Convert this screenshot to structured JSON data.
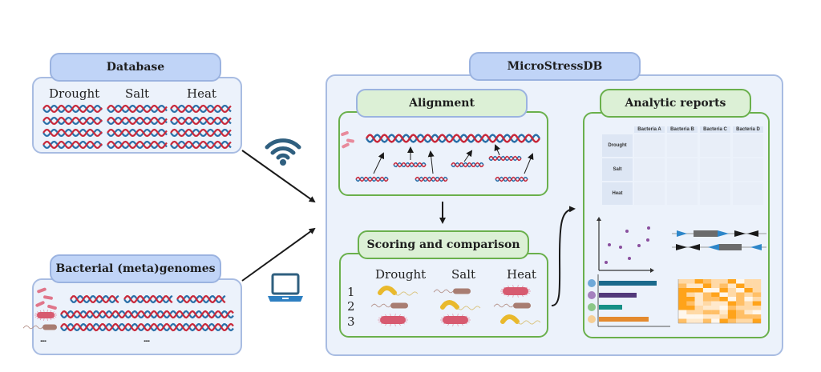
{
  "database": {
    "title": "Database",
    "columns": [
      "Drought",
      "Salt",
      "Heat"
    ]
  },
  "genomes": {
    "title": "Bacterial (meta)genomes",
    "ellipsis_left": "....",
    "ellipsis_mid": "...."
  },
  "connectors": {
    "top_icon": "wifi-icon",
    "bottom_icon": "laptop-icon"
  },
  "main": {
    "title": "MicroStressDB",
    "alignment": {
      "title": "Alignment"
    },
    "scoring": {
      "title": "Scoring and comparison",
      "columns": [
        "Drought",
        "Salt",
        "Heat"
      ],
      "ranks": [
        "1",
        "2",
        "3"
      ],
      "grid": [
        [
          "vibrio-yellow",
          "rod-brown-flagellum",
          "rod-red-pili"
        ],
        [
          "rod-brown-flagellum",
          "vibrio-yellow",
          "rod-brown-flagellum"
        ],
        [
          "rod-red-pili",
          "rod-red-pili",
          "vibrio-yellow"
        ]
      ]
    },
    "reports": {
      "title": "Analytic reports",
      "table": {
        "headers": [
          "Bacteria A",
          "Bacteria B",
          "Bacteria C",
          "Bacteria D"
        ],
        "rows": [
          "Drought",
          "Salt",
          "Heat"
        ]
      }
    }
  },
  "colors": {
    "dna_red": "#c8283a",
    "dna_blue": "#2a6fa8",
    "panel_bg": "#ecf2fb",
    "panel_border": "#a8bce2",
    "blue_tab": "#c0d4f7",
    "green_border": "#6ab04c",
    "green_tab": "#dcf0d6"
  }
}
